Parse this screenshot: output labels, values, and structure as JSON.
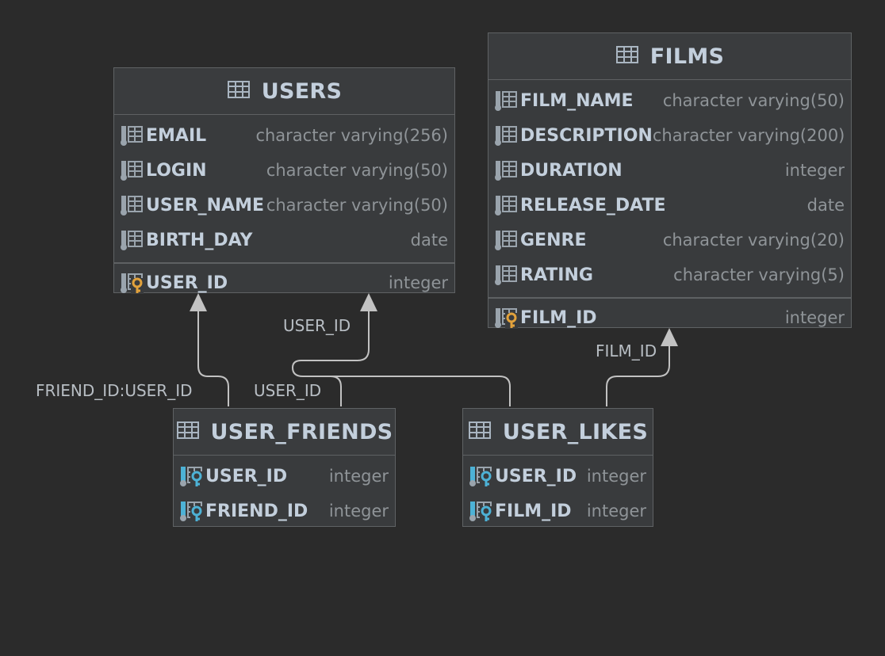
{
  "colors": {
    "background": "#2b2b2b",
    "connector": "#c2c2c2",
    "pk_key": "#e2a23c",
    "fk_key": "#4db2d6"
  },
  "tables": {
    "users": {
      "name": "USERS",
      "columns": [
        {
          "name": "EMAIL",
          "type": "character varying(256)",
          "icon": "column-icon"
        },
        {
          "name": "LOGIN",
          "type": "character varying(50)",
          "icon": "column-icon"
        },
        {
          "name": "USER_NAME",
          "type": "character varying(50)",
          "icon": "column-icon"
        },
        {
          "name": "BIRTH_DAY",
          "type": "date",
          "icon": "column-icon"
        }
      ],
      "keys": [
        {
          "name": "USER_ID",
          "type": "integer",
          "icon": "primary-key-icon"
        }
      ]
    },
    "films": {
      "name": "FILMS",
      "columns": [
        {
          "name": "FILM_NAME",
          "type": "character varying(50)",
          "icon": "column-icon"
        },
        {
          "name": "DESCRIPTION",
          "type": "character varying(200)",
          "icon": "column-icon"
        },
        {
          "name": "DURATION",
          "type": "integer",
          "icon": "column-icon"
        },
        {
          "name": "RELEASE_DATE",
          "type": "date",
          "icon": "column-icon"
        },
        {
          "name": "GENRE",
          "type": "character varying(20)",
          "icon": "column-icon"
        },
        {
          "name": "RATING",
          "type": "character varying(5)",
          "icon": "column-icon"
        }
      ],
      "keys": [
        {
          "name": "FILM_ID",
          "type": "integer",
          "icon": "primary-key-icon"
        }
      ]
    },
    "user_friends": {
      "name": "USER_FRIENDS",
      "columns": [
        {
          "name": "USER_ID",
          "type": "integer",
          "icon": "foreign-key-icon"
        },
        {
          "name": "FRIEND_ID",
          "type": "integer",
          "icon": "foreign-key-icon"
        }
      ]
    },
    "user_likes": {
      "name": "USER_LIKES",
      "columns": [
        {
          "name": "USER_ID",
          "type": "integer",
          "icon": "foreign-key-icon"
        },
        {
          "name": "FILM_ID",
          "type": "integer",
          "icon": "foreign-key-icon"
        }
      ]
    }
  },
  "relations": {
    "friend_to_user": "FRIEND_ID:USER_ID",
    "friends_user": "USER_ID",
    "likes_user": "USER_ID",
    "likes_film": "FILM_ID"
  }
}
